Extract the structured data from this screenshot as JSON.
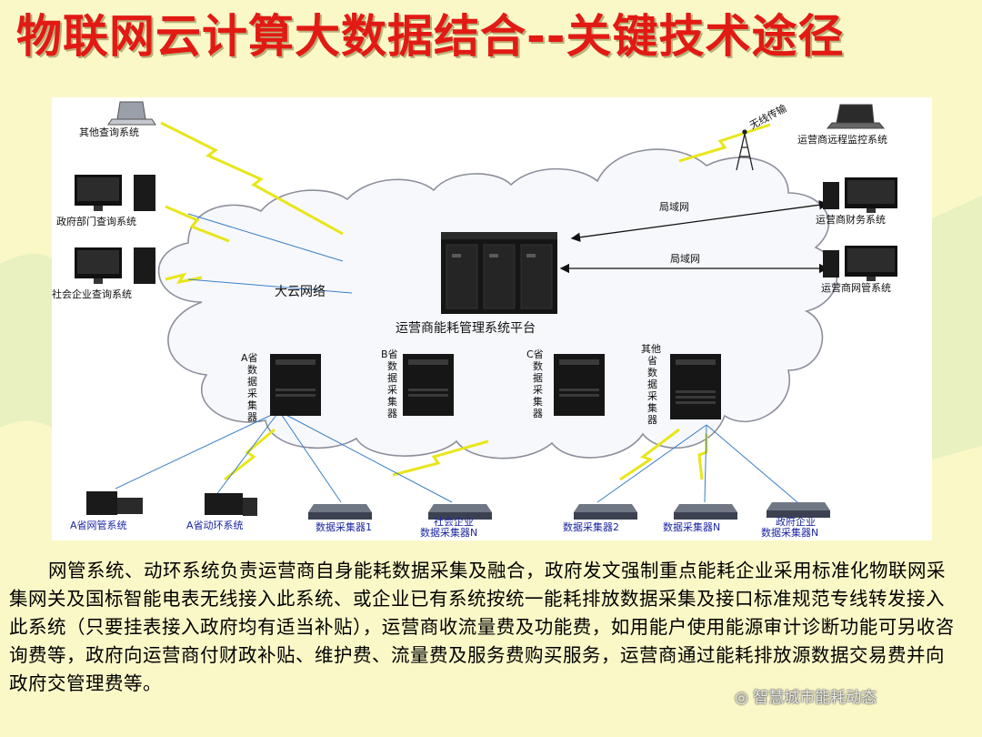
{
  "slide": {
    "title": "物联网云计算大数据结合--关键技术途径",
    "description": "网管系统、动环系统负责运营商自身能耗数据采集及融合，政府发文强制重点能耗企业采用标准化物联网采集网关及国标智能电表无线接入此系统、或企业已有系统按统一能耗排放数据采集及接口标准规范专线转发接入此系统（只要挂表接入政府均有适当补贴），运营商收流量费及功能费，如用能户使用能源审计诊断功能可另收咨询费等，政府向运营商付财政补贴、维护费、流量费及服务费购买服务，运营商通过能耗排放源数据交易费并向政府交管理费等。",
    "watermark": "智慧城市能耗动态",
    "colors": {
      "title": "#e21a14",
      "background": "#fbf8c8",
      "film_strip": "#e4eebc",
      "lightning": "#e8e61a",
      "label_blue": "#1c27a0"
    }
  },
  "diagram": {
    "cloud_label": "大云网络",
    "platform_label": "运营商能耗管理系统平台",
    "wireless_label": "无线传输",
    "lan_label_1": "局域网",
    "lan_label_2": "局域网",
    "left_systems": [
      "其他查询系统",
      "政府部门查询系统",
      "社会企业查询系统"
    ],
    "right_systems": [
      "运营商远程监控系统",
      "运营商财务系统",
      "运营商网管系统"
    ],
    "collectors": [
      {
        "lines": [
          "A省",
          "数",
          "据",
          "采",
          "集",
          "器"
        ]
      },
      {
        "lines": [
          "B省",
          "数",
          "据",
          "采",
          "集",
          "器"
        ]
      },
      {
        "lines": [
          "C省",
          "数",
          "据",
          "采",
          "集",
          "器"
        ]
      },
      {
        "lines": [
          "其他",
          "省",
          "数",
          "据",
          "采",
          "集",
          "器"
        ]
      }
    ],
    "bottom_devices": [
      {
        "lines": [
          "A省网管系统"
        ],
        "icon": "monitor-icon"
      },
      {
        "lines": [
          "A省动环系统"
        ],
        "icon": "monitor-icon"
      },
      {
        "lines": [
          "数据采集器1"
        ],
        "icon": "rack-device-icon"
      },
      {
        "lines": [
          "社会企业",
          "数据采集器N"
        ],
        "icon": "rack-device-icon"
      },
      {
        "lines": [
          "数据采集器2"
        ],
        "icon": "rack-device-icon"
      },
      {
        "lines": [
          "数据采集器N"
        ],
        "icon": "rack-device-icon"
      },
      {
        "lines": [
          "政府企业",
          "数据采集器N"
        ],
        "icon": "rack-device-icon"
      }
    ]
  }
}
